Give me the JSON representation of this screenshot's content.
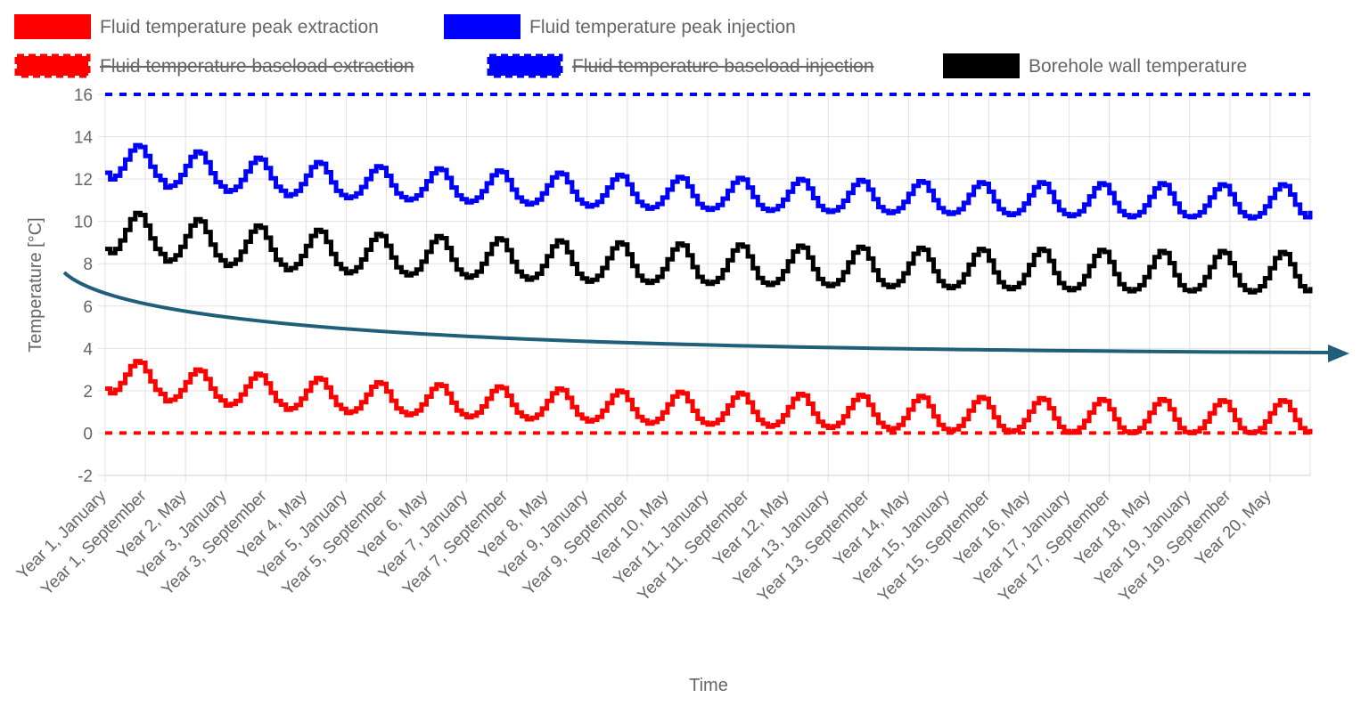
{
  "chart_data": {
    "type": "line",
    "title": "",
    "xlabel": "Time",
    "ylabel": "Temperature [°C]",
    "ylim": [
      -2,
      16
    ],
    "yticks": [
      "16",
      "14",
      "12",
      "10",
      "8",
      "6",
      "4",
      "2",
      "0",
      "-2"
    ],
    "xticks": [
      "Year 1, January",
      "Year 1, September",
      "Year 2, May",
      "Year 3, January",
      "Year 3, September",
      "Year 4, May",
      "Year 5, January",
      "Year 5, September",
      "Year 6, May",
      "Year 7, January",
      "Year 7, September",
      "Year 8, May",
      "Year 9, January",
      "Year 9, September",
      "Year 10, May",
      "Year 11, January",
      "Year 11, September",
      "Year 12, May",
      "Year 13, January",
      "Year 13, September",
      "Year 14, May",
      "Year 15, January",
      "Year 15, September",
      "Year 16, May",
      "Year 17, January",
      "Year 17, September",
      "Year 18, May",
      "Year 19, January",
      "Year 19, September",
      "Year 20, May"
    ],
    "grid": true,
    "legend_position": "top",
    "x_unit": "month",
    "months": 240,
    "series": [
      {
        "name": "Fluid temperature peak extraction",
        "color": "#ff0000",
        "style": "solid",
        "hidden": false,
        "yearly_peak": [
          3.4,
          3.0,
          2.8,
          2.6,
          2.4,
          2.3,
          2.2,
          2.1,
          2.0,
          1.95,
          1.9,
          1.85,
          1.8,
          1.75,
          1.7,
          1.65,
          1.6,
          1.6,
          1.55,
          1.55
        ],
        "yearly_trough": [
          1.8,
          1.5,
          1.3,
          1.1,
          0.95,
          0.85,
          0.75,
          0.65,
          0.55,
          0.45,
          0.4,
          0.3,
          0.25,
          0.15,
          0.1,
          0.05,
          0.02,
          0.0,
          0.0,
          0.0
        ],
        "start_value": 2.1,
        "end_value": 0.2
      },
      {
        "name": "Fluid temperature peak injection",
        "color": "#0000ff",
        "style": "solid",
        "hidden": false,
        "yearly_peak": [
          13.6,
          13.3,
          13.0,
          12.8,
          12.6,
          12.5,
          12.4,
          12.3,
          12.2,
          12.1,
          12.05,
          12.0,
          11.95,
          11.9,
          11.85,
          11.85,
          11.8,
          11.8,
          11.75,
          11.75
        ],
        "yearly_trough": [
          11.9,
          11.6,
          11.4,
          11.2,
          11.1,
          11.0,
          10.9,
          10.8,
          10.7,
          10.6,
          10.55,
          10.5,
          10.45,
          10.4,
          10.35,
          10.3,
          10.25,
          10.2,
          10.2,
          10.15
        ],
        "start_value": 12.3,
        "end_value": 10.5
      },
      {
        "name": "Fluid temperature baseload extraction",
        "color": "#ff0000",
        "style": "dashed",
        "hidden": true,
        "constant": 0
      },
      {
        "name": "Fluid temperature baseload injection",
        "color": "#0000ff",
        "style": "dashed",
        "hidden": true,
        "constant": 16
      },
      {
        "name": "Borehole wall temperature",
        "color": "#000000",
        "style": "solid",
        "hidden": false,
        "yearly_peak": [
          10.4,
          10.1,
          9.8,
          9.6,
          9.4,
          9.3,
          9.2,
          9.1,
          9.0,
          8.95,
          8.9,
          8.85,
          8.8,
          8.75,
          8.7,
          8.7,
          8.65,
          8.6,
          8.6,
          8.55
        ],
        "yearly_trough": [
          8.4,
          8.1,
          7.9,
          7.7,
          7.55,
          7.45,
          7.35,
          7.25,
          7.15,
          7.1,
          7.05,
          7.0,
          6.95,
          6.9,
          6.85,
          6.8,
          6.75,
          6.7,
          6.7,
          6.65
        ],
        "start_value": 8.7,
        "end_value": 6.9
      }
    ],
    "legend": [
      {
        "label": "Fluid temperature peak extraction",
        "color": "#ff0000",
        "style": "solid",
        "hidden": false
      },
      {
        "label": "Fluid temperature peak injection",
        "color": "#0000ff",
        "style": "solid",
        "hidden": false
      },
      {
        "label": "Fluid temperature baseload extraction",
        "color": "#ff0000",
        "style": "dashed",
        "hidden": true
      },
      {
        "label": "Fluid temperature baseload injection",
        "color": "#0000ff",
        "style": "dashed",
        "hidden": true
      },
      {
        "label": "Borehole wall temperature",
        "color": "#000000",
        "style": "solid",
        "hidden": false
      }
    ],
    "annotation": {
      "shape": "curved-arrow",
      "color": "#1f5f7a",
      "meaning": "decreasing trend"
    }
  }
}
